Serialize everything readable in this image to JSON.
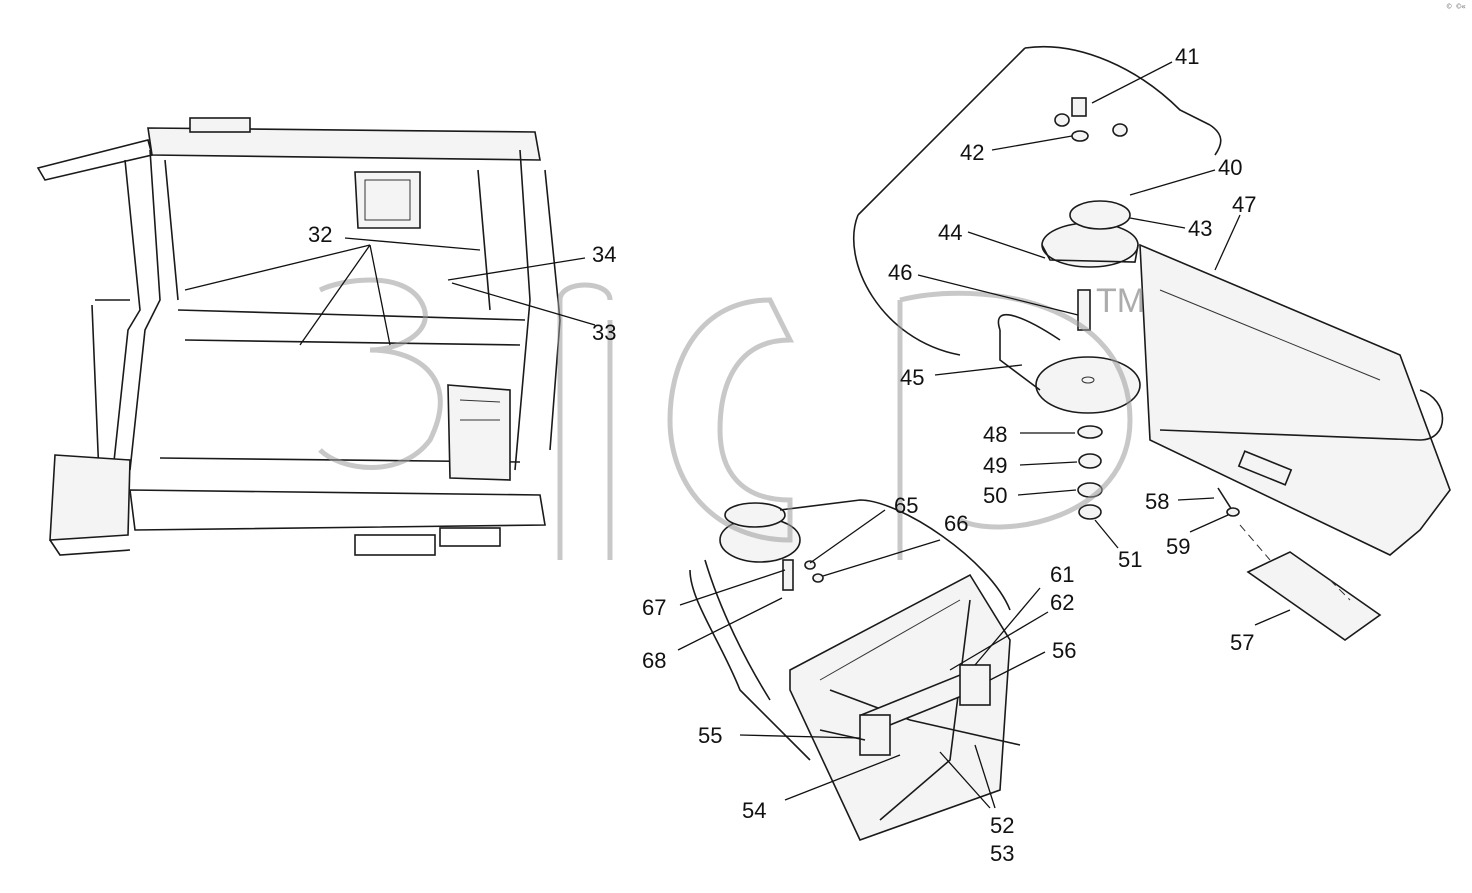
{
  "watermark": {
    "text": "3ИСР",
    "tm": "TM"
  },
  "corner_mark": "© ©«",
  "callouts": {
    "c32": "32",
    "c33": "33",
    "c34": "34",
    "c40": "40",
    "c41": "41",
    "c42": "42",
    "c43": "43",
    "c44": "44",
    "c45": "45",
    "c46": "46",
    "c47": "47",
    "c48": "48",
    "c49": "49",
    "c50": "50",
    "c51": "51",
    "c52": "52",
    "c53": "53",
    "c54": "54",
    "c55": "55",
    "c56": "56",
    "c57": "57",
    "c58": "58",
    "c59": "59",
    "c61": "61",
    "c62": "62",
    "c65": "65",
    "c66": "66",
    "c67": "67",
    "c68": "68"
  }
}
